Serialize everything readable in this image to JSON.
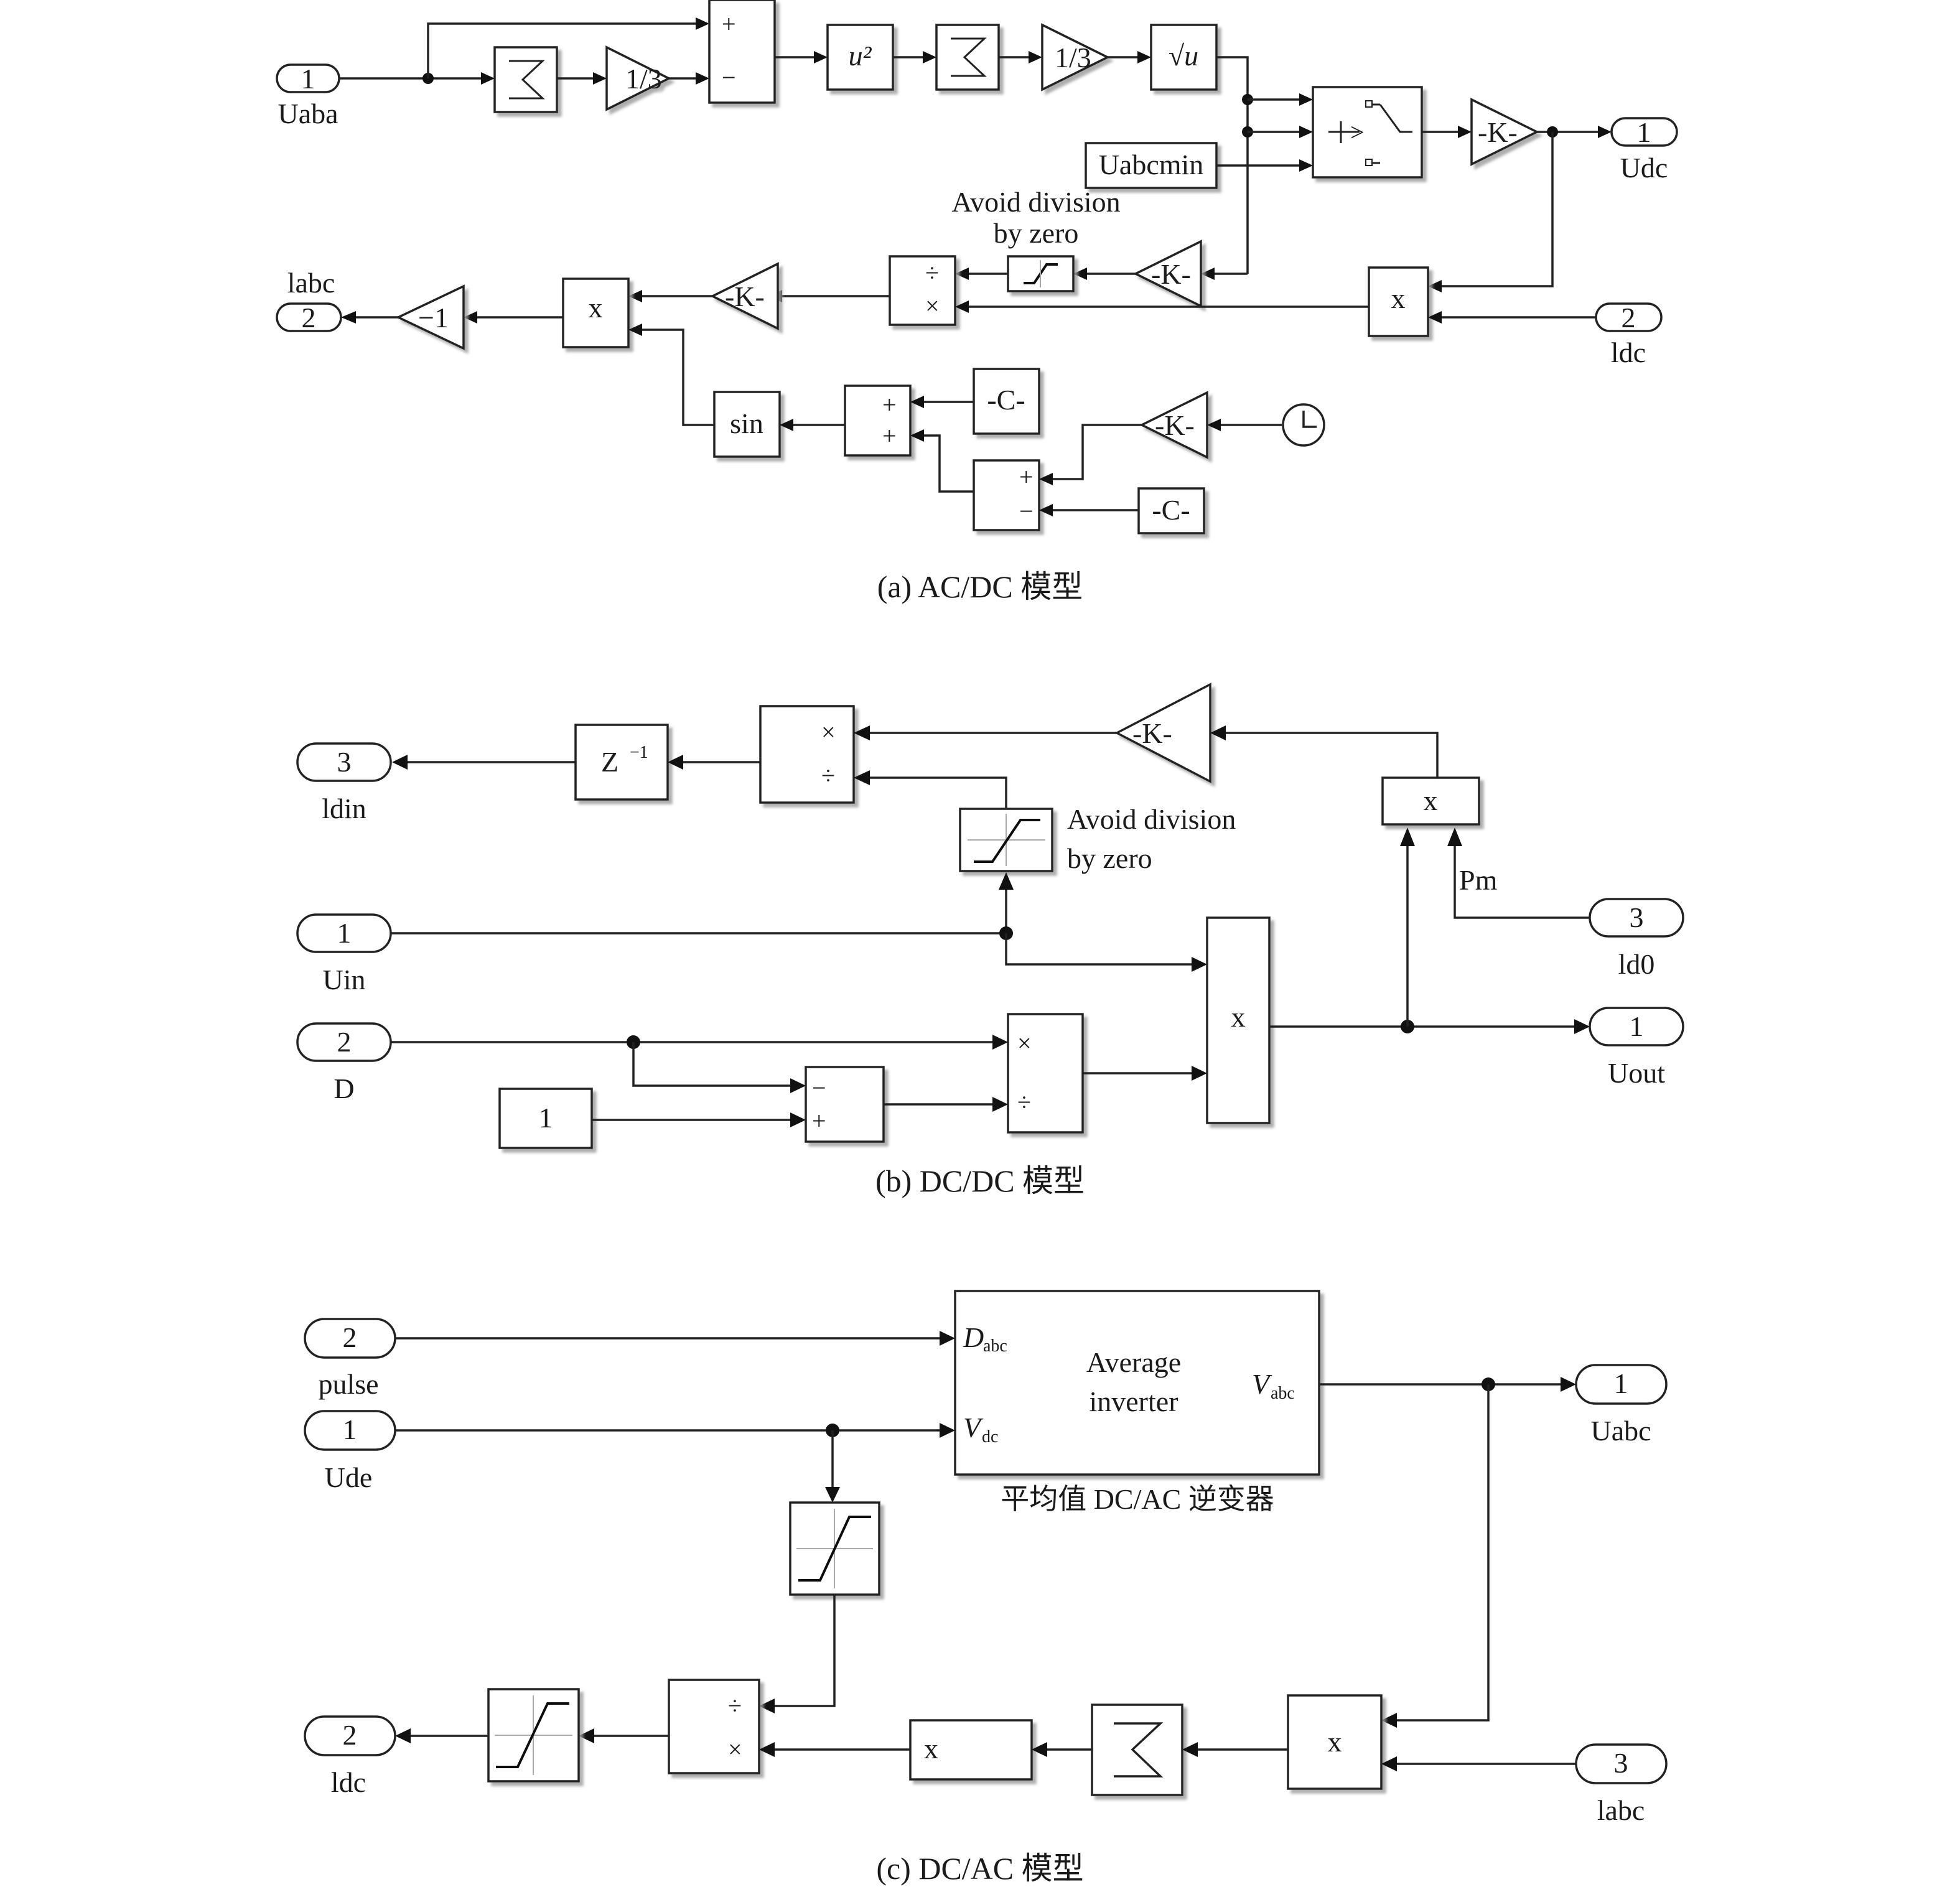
{
  "diagram_a": {
    "caption": "(a) AC/DC 模型",
    "in1": {
      "num": "1",
      "label": "Uaba"
    },
    "in2": {
      "num": "2",
      "label": "ldc"
    },
    "out1": {
      "num": "1",
      "label": "Udc"
    },
    "out2": {
      "num": "2",
      "label": "labc"
    },
    "gain_third_1": "1/3",
    "gain_third_2": "1/3",
    "square_block": "u²",
    "sqrt_block": "√u",
    "const_uabcmin": "Uabcmin",
    "gain_k": "-K-",
    "gain_neg1": "−1",
    "const_c": "-C-",
    "sin_block": "sin",
    "product": "x",
    "avoid_div_label_1": "Avoid division",
    "avoid_div_label_2": "by zero",
    "sign_plus": "+",
    "sign_minus": "−",
    "sign_div": "÷",
    "sign_mul": "×",
    "switch_sym": ">"
  },
  "diagram_b": {
    "caption": "(b) DC/DC 模型",
    "in1": {
      "num": "1",
      "label": "Uin"
    },
    "in2": {
      "num": "2",
      "label": "D"
    },
    "in3": {
      "num": "3",
      "label": "ld0"
    },
    "out1": {
      "num": "1",
      "label": "Uout"
    },
    "out3": {
      "num": "3",
      "label": "ldin"
    },
    "delay": "Z",
    "delay_exp": "−1",
    "gain_k": "-K-",
    "product": "x",
    "const_one": "1",
    "pm_label": "Pm",
    "avoid_div_label_1": "Avoid division",
    "avoid_div_label_2": "by zero",
    "sign_plus": "+",
    "sign_minus": "−",
    "sign_div": "÷",
    "sign_mul": "×"
  },
  "diagram_c": {
    "caption": "(c) DC/AC 模型",
    "in2": {
      "num": "2",
      "label": "pulse"
    },
    "in1": {
      "num": "1",
      "label": "Ude"
    },
    "in3": {
      "num": "3",
      "label": "labc"
    },
    "out1": {
      "num": "1",
      "label": "Uabc"
    },
    "out2": {
      "num": "2",
      "label": "ldc"
    },
    "inverter_title_1": "Average",
    "inverter_title_2": "inverter",
    "port_d": "D",
    "port_d_sub": "abc",
    "port_v": "V",
    "port_v_sub": "dc",
    "port_vout": "V",
    "port_vout_sub": "abc",
    "inverter_label": "平均值 DC/AC 逆变器",
    "product": "x",
    "sign_div": "÷",
    "sign_mul": "×"
  }
}
